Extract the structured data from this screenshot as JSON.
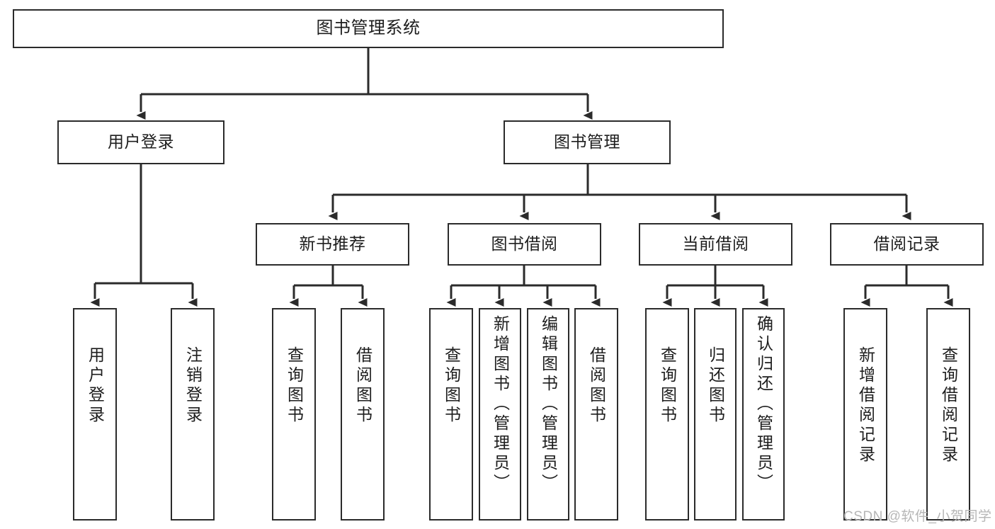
{
  "diagram": {
    "title": "图书管理系统",
    "type": "tree-hierarchy-diagram",
    "colors": {
      "box_border": "#2b2b2b",
      "box_fill": "#ffffff",
      "connector": "#2b2b2b",
      "text": "#1d1d1d",
      "watermark": "#b6b6b6",
      "background": "#ffffff"
    },
    "root": {
      "label": "图书管理系统"
    },
    "level2": [
      {
        "label": "用户登录"
      },
      {
        "label": "图书管理"
      }
    ],
    "level3": [
      {
        "label": "新书推荐"
      },
      {
        "label": "图书借阅"
      },
      {
        "label": "当前借阅"
      },
      {
        "label": "借阅记录"
      }
    ],
    "leaves": [
      {
        "label": "用户登录"
      },
      {
        "label": "注销登录"
      },
      {
        "label": "查询图书"
      },
      {
        "label": "借阅图书"
      },
      {
        "label": "查询图书"
      },
      {
        "label": "新增图书（管理员）"
      },
      {
        "label": "编辑图书（管理员）"
      },
      {
        "label": "借阅图书"
      },
      {
        "label": "查询图书"
      },
      {
        "label": "归还图书"
      },
      {
        "label": "确认归还（管理员）"
      },
      {
        "label": "新增借阅记录"
      },
      {
        "label": "查询借阅记录"
      }
    ]
  },
  "watermark": {
    "text": "CSDN @软件_小贺同学"
  }
}
